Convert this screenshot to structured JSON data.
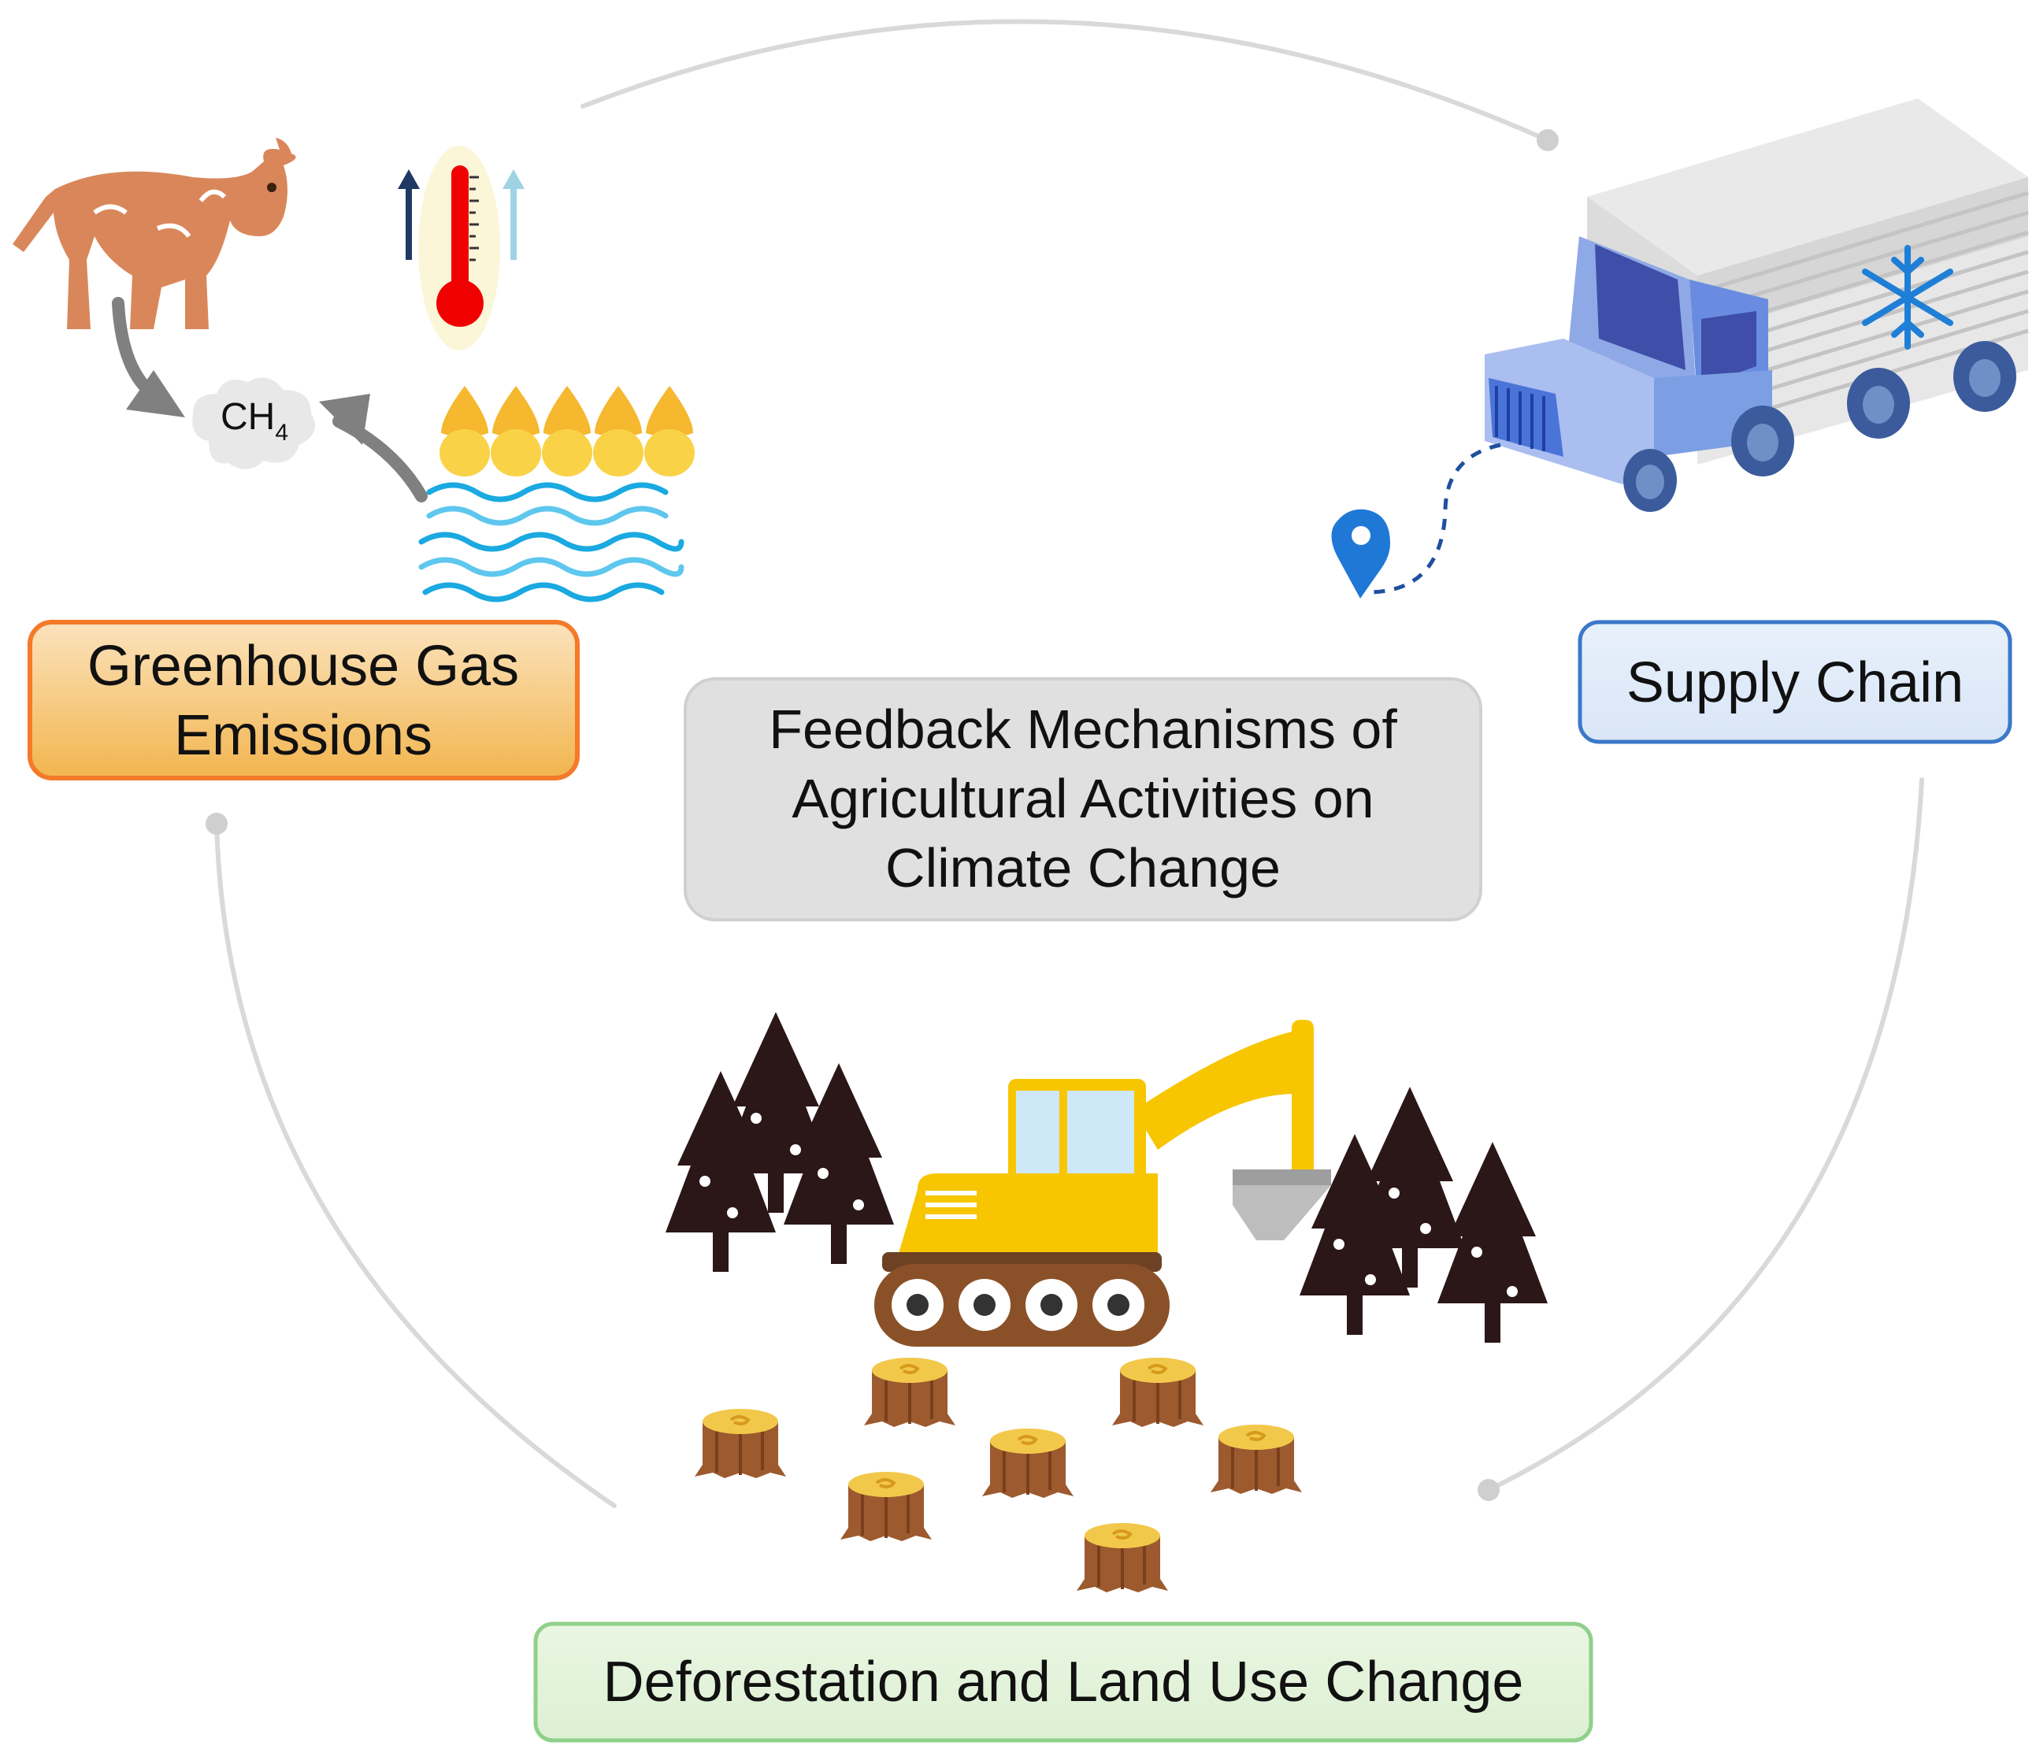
{
  "center": {
    "lines": [
      "Feedback Mechanisms of",
      "Agricultural Activities on",
      "Climate Change"
    ]
  },
  "nodes": {
    "ghg": {
      "lines": [
        "Greenhouse Gas",
        "Emissions"
      ],
      "fill_top": "#fbe3bd",
      "fill_bottom": "#f2b54e",
      "stroke": "#f47a2a"
    },
    "supply": {
      "lines": [
        "Supply Chain"
      ],
      "fill_top": "#e8f0fb",
      "fill_bottom": "#d9e6f7",
      "stroke": "#3b78c9"
    },
    "deforest": {
      "lines": [
        "Deforestation and Land Use Change"
      ],
      "fill_top": "#eaf6e3",
      "fill_bottom": "#dcf0d2",
      "stroke": "#8fd08a"
    }
  },
  "labels": {
    "methane_base": "CH",
    "methane_sub": "4"
  },
  "icons": [
    "cow-icon",
    "thermometer-icon",
    "rice-paddy-icon",
    "methane-cloud-icon",
    "refrigerated-truck-icon",
    "location-pin-icon",
    "excavator-icon",
    "tree-icon",
    "stump-icon",
    "snowflake-icon"
  ],
  "colors": {
    "cycle_line": "#d9d9d9",
    "center_fill": "#e0e0e0",
    "tree": "#2b1618",
    "stump": "#a0522d",
    "excavator": "#f7c600"
  }
}
